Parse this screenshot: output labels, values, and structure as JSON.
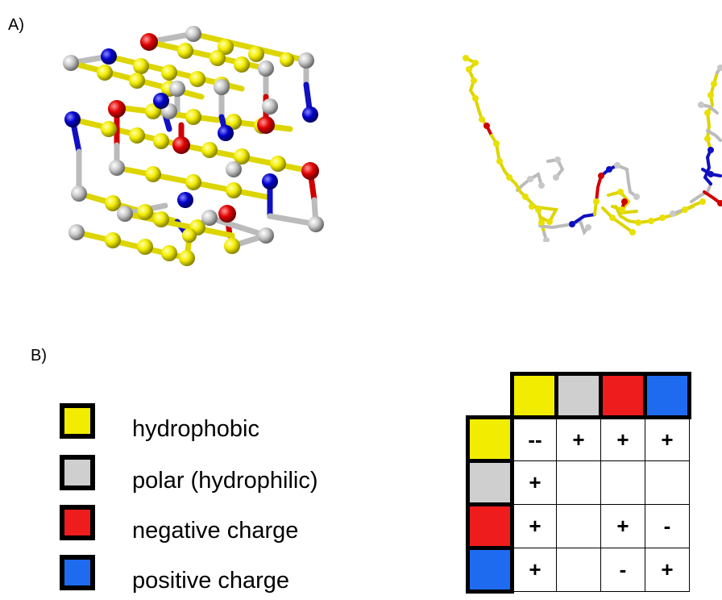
{
  "panels": {
    "a_label": "A)",
    "b_label": "B)"
  },
  "colors": {
    "hydrophobic": "#f2ec00",
    "polar": "#cfcfcf",
    "negative": "#ee1c1c",
    "positive": "#1e6bf0"
  },
  "legend": [
    {
      "key": "hydrophobic",
      "label": "hydrophobic"
    },
    {
      "key": "polar",
      "label": "polar (hydrophilic)"
    },
    {
      "key": "negative",
      "label": "negative charge"
    },
    {
      "key": "positive",
      "label": "positive charge"
    }
  ],
  "matrix": {
    "columns": [
      "hydrophobic",
      "polar",
      "negative",
      "positive"
    ],
    "rows": [
      {
        "key": "hydrophobic",
        "cells": [
          "--",
          "+",
          "+",
          "+"
        ]
      },
      {
        "key": "polar",
        "cells": [
          "+",
          "",
          "",
          ""
        ]
      },
      {
        "key": "negative",
        "cells": [
          "+",
          "",
          "+",
          "-"
        ]
      },
      {
        "key": "positive",
        "cells": [
          "+",
          "",
          "-",
          "+"
        ]
      }
    ]
  }
}
